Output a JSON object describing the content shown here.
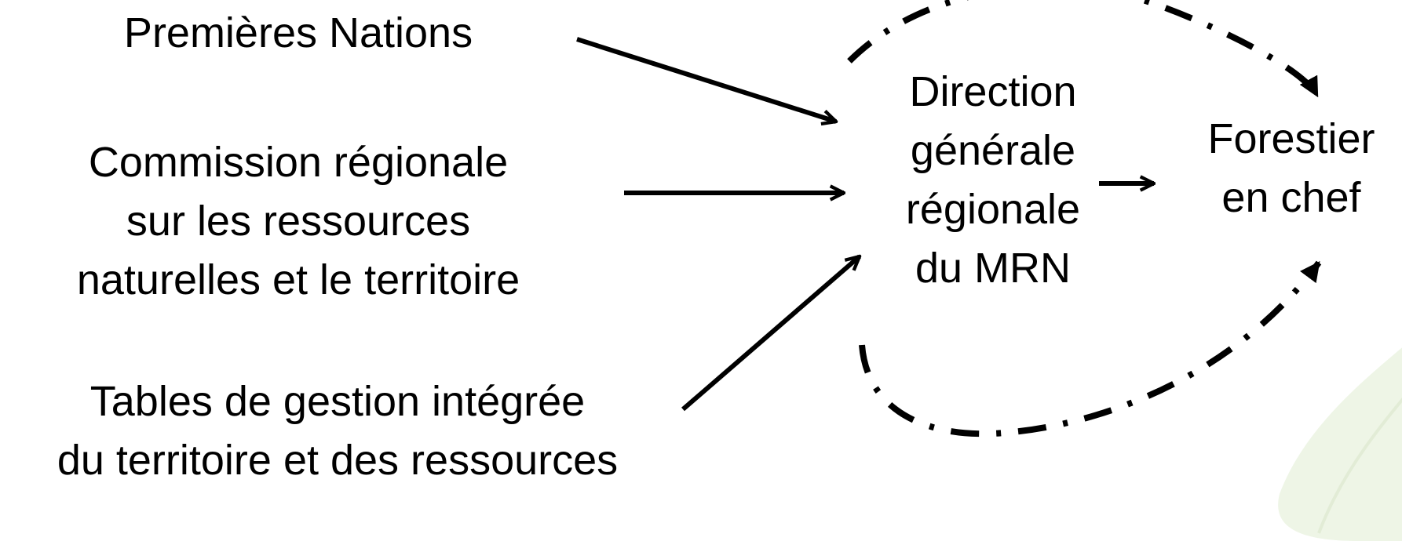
{
  "nodes": {
    "premieres_nations": {
      "lines": [
        "Premières Nations"
      ]
    },
    "commission": {
      "lines": [
        "Commission régionale",
        "sur les ressources",
        "naturelles et le territoire"
      ]
    },
    "tables": {
      "lines": [
        "Tables de gestion intégrée",
        "du territoire et des ressources"
      ]
    },
    "direction": {
      "lines": [
        "Direction",
        "générale",
        "régionale",
        "du MRN"
      ]
    },
    "forestier": {
      "lines": [
        "Forestier",
        "en chef"
      ]
    }
  },
  "colors": {
    "text": "#000000",
    "arrow": "#000000",
    "background": "#ffffff",
    "leaf_watermark": "#e9f1df"
  }
}
